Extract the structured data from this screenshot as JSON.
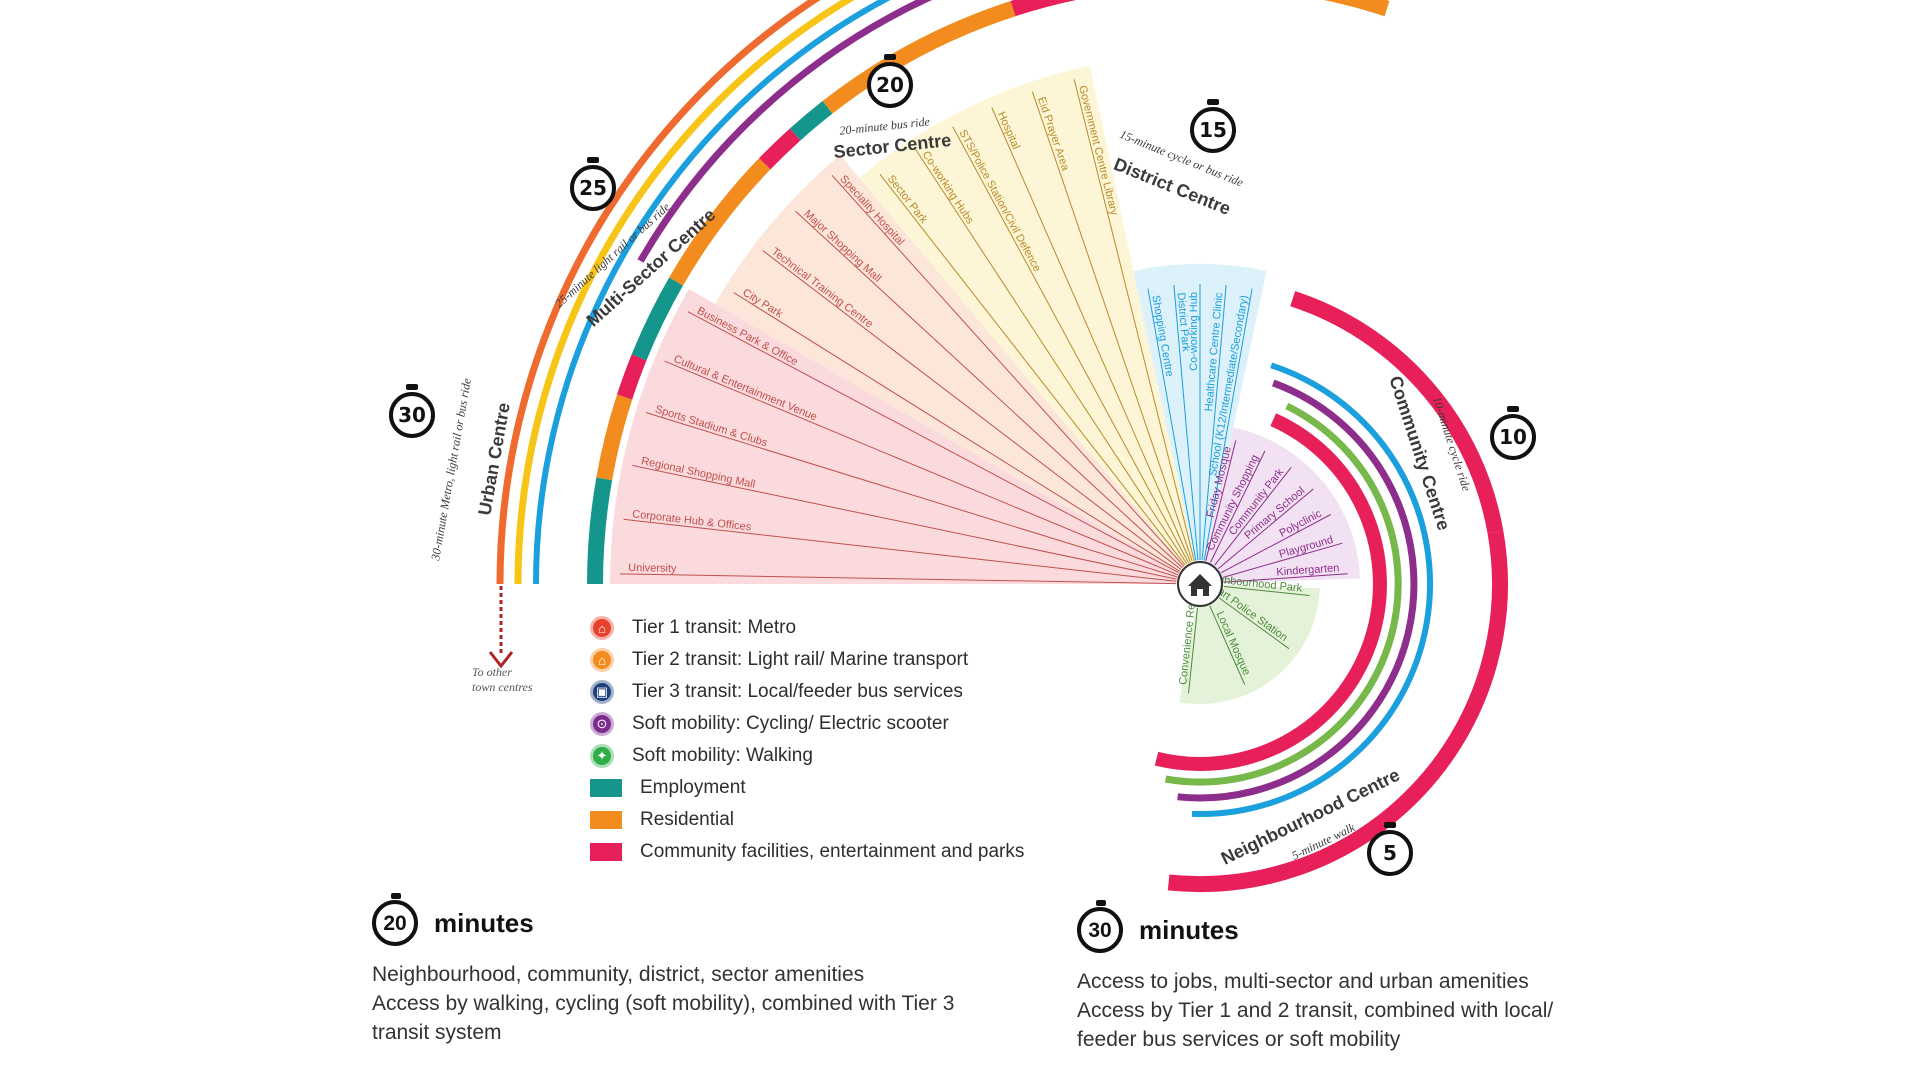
{
  "centres": [
    {
      "id": "urban",
      "name": "Urban Centre",
      "ride": "30-minute Metro, light rail or bus ride",
      "minutes": "30"
    },
    {
      "id": "multi",
      "name": "Multi-Sector Centre",
      "ride": "25-minute light rail or bus ride",
      "minutes": "25"
    },
    {
      "id": "sector",
      "name": "Sector Centre",
      "ride": "20-minute bus ride",
      "minutes": "20"
    },
    {
      "id": "district",
      "name": "District Centre",
      "ride": "15-minute cycle or bus ride",
      "minutes": "15"
    },
    {
      "id": "community",
      "name": "Community Centre",
      "ride": "10-minute cycle ride",
      "minutes": "10"
    },
    {
      "id": "neighbourhood",
      "name": "Neighbourhood Centre",
      "ride": "5-minute walk",
      "minutes": "5"
    }
  ],
  "amenities": [
    {
      "label": "University",
      "zone": "pink"
    },
    {
      "label": "Corporate Hub & Offices",
      "zone": "pink"
    },
    {
      "label": "Regional Shopping Mall",
      "zone": "pink"
    },
    {
      "label": "Sports Stadium & Clubs",
      "zone": "pink"
    },
    {
      "label": "Cultural & Entertainment Venue",
      "zone": "pink"
    },
    {
      "label": "Business Park & Office",
      "zone": "pink"
    },
    {
      "label": "City Park",
      "zone": "peach"
    },
    {
      "label": "Technical Training Centre",
      "zone": "peach"
    },
    {
      "label": "Major Shopping Mall",
      "zone": "peach"
    },
    {
      "label": "Speciality Hospital",
      "zone": "peach"
    },
    {
      "label": "Sector Park",
      "zone": "yellow"
    },
    {
      "label": "Co-working Hubs",
      "zone": "yellow"
    },
    {
      "label": "STS/Police Station/Civil Defence",
      "zone": "yellow"
    },
    {
      "label": "Hospital",
      "zone": "yellow"
    },
    {
      "label": "Eid Prayer Area",
      "zone": "yellow"
    },
    {
      "label": "Government Centre Library",
      "zone": "yellow"
    },
    {
      "label": "Shopping Centre",
      "zone": "blue"
    },
    {
      "label": "District Park",
      "zone": "blue"
    },
    {
      "label": "Co-working Hub",
      "zone": "blue"
    },
    {
      "label": "Healthcare Centre Clinic",
      "zone": "blue"
    },
    {
      "label": "School (K12/Intermediate/Secondary)",
      "zone": "blue"
    },
    {
      "label": "Friday Mosque",
      "zone": "purple"
    },
    {
      "label": "Community Shopping",
      "zone": "purple"
    },
    {
      "label": "Community Park",
      "zone": "purple"
    },
    {
      "label": "Primary School",
      "zone": "purple"
    },
    {
      "label": "Polyclinic",
      "zone": "purple"
    },
    {
      "label": "Playground",
      "zone": "purple"
    },
    {
      "label": "Kindergarten",
      "zone": "purple"
    },
    {
      "label": "Neighbourhood Park",
      "zone": "green"
    },
    {
      "label": "Smart Police Station",
      "zone": "green"
    },
    {
      "label": "Local Mosque",
      "zone": "green"
    },
    {
      "label": "Convenience Retail",
      "zone": "green"
    }
  ],
  "to_other": {
    "line1": "To other",
    "line2": "town centres"
  },
  "legend": [
    {
      "label": "Tier 1 transit: Metro",
      "color": "#e8412c",
      "icon": "train-icon",
      "kind": "circle"
    },
    {
      "label": "Tier 2 transit: Light rail/ Marine transport",
      "color": "#f28c1e",
      "icon": "tram-icon",
      "kind": "circle"
    },
    {
      "label": "Tier 3 transit: Local/feeder bus services",
      "color": "#1d3f7a",
      "icon": "bus-icon",
      "kind": "circle"
    },
    {
      "label": "Soft mobility: Cycling/ Electric scooter",
      "color": "#7b2d8e",
      "icon": "bicycle-icon",
      "kind": "circle"
    },
    {
      "label": "Soft mobility: Walking",
      "color": "#2fae48",
      "icon": "walking-icon",
      "kind": "circle"
    },
    {
      "label": "Employment",
      "color": "#14968c",
      "icon": "",
      "kind": "swatch"
    },
    {
      "label": "Residential",
      "color": "#f28c1e",
      "icon": "",
      "kind": "swatch"
    },
    {
      "label": "Community facilities, entertainment and parks",
      "color": "#e8205a",
      "icon": "",
      "kind": "swatch"
    }
  ],
  "bottom_left": {
    "timer": "20",
    "title": "minutes",
    "line1": "Neighbourhood, community, district, sector amenities",
    "line2": "Access by walking, cycling (soft mobility), combined with Tier 3",
    "line3": "transit system"
  },
  "bottom_right": {
    "timer": "30",
    "title": "minutes",
    "line1": "Access to jobs, multi-sector and urban amenities",
    "line2": "Access by Tier 1 and 2 transit, combined with local/",
    "line3": "feeder bus services or soft mobility"
  },
  "colors": {
    "metro": "#ee6a2f",
    "light_rail": "#f7c518",
    "bus": "#1ba0dd",
    "cycling": "#8e2e8c",
    "walking": "#77b84a",
    "community": "#e8205a",
    "employment": "#14968c",
    "residential": "#f28c1e"
  }
}
